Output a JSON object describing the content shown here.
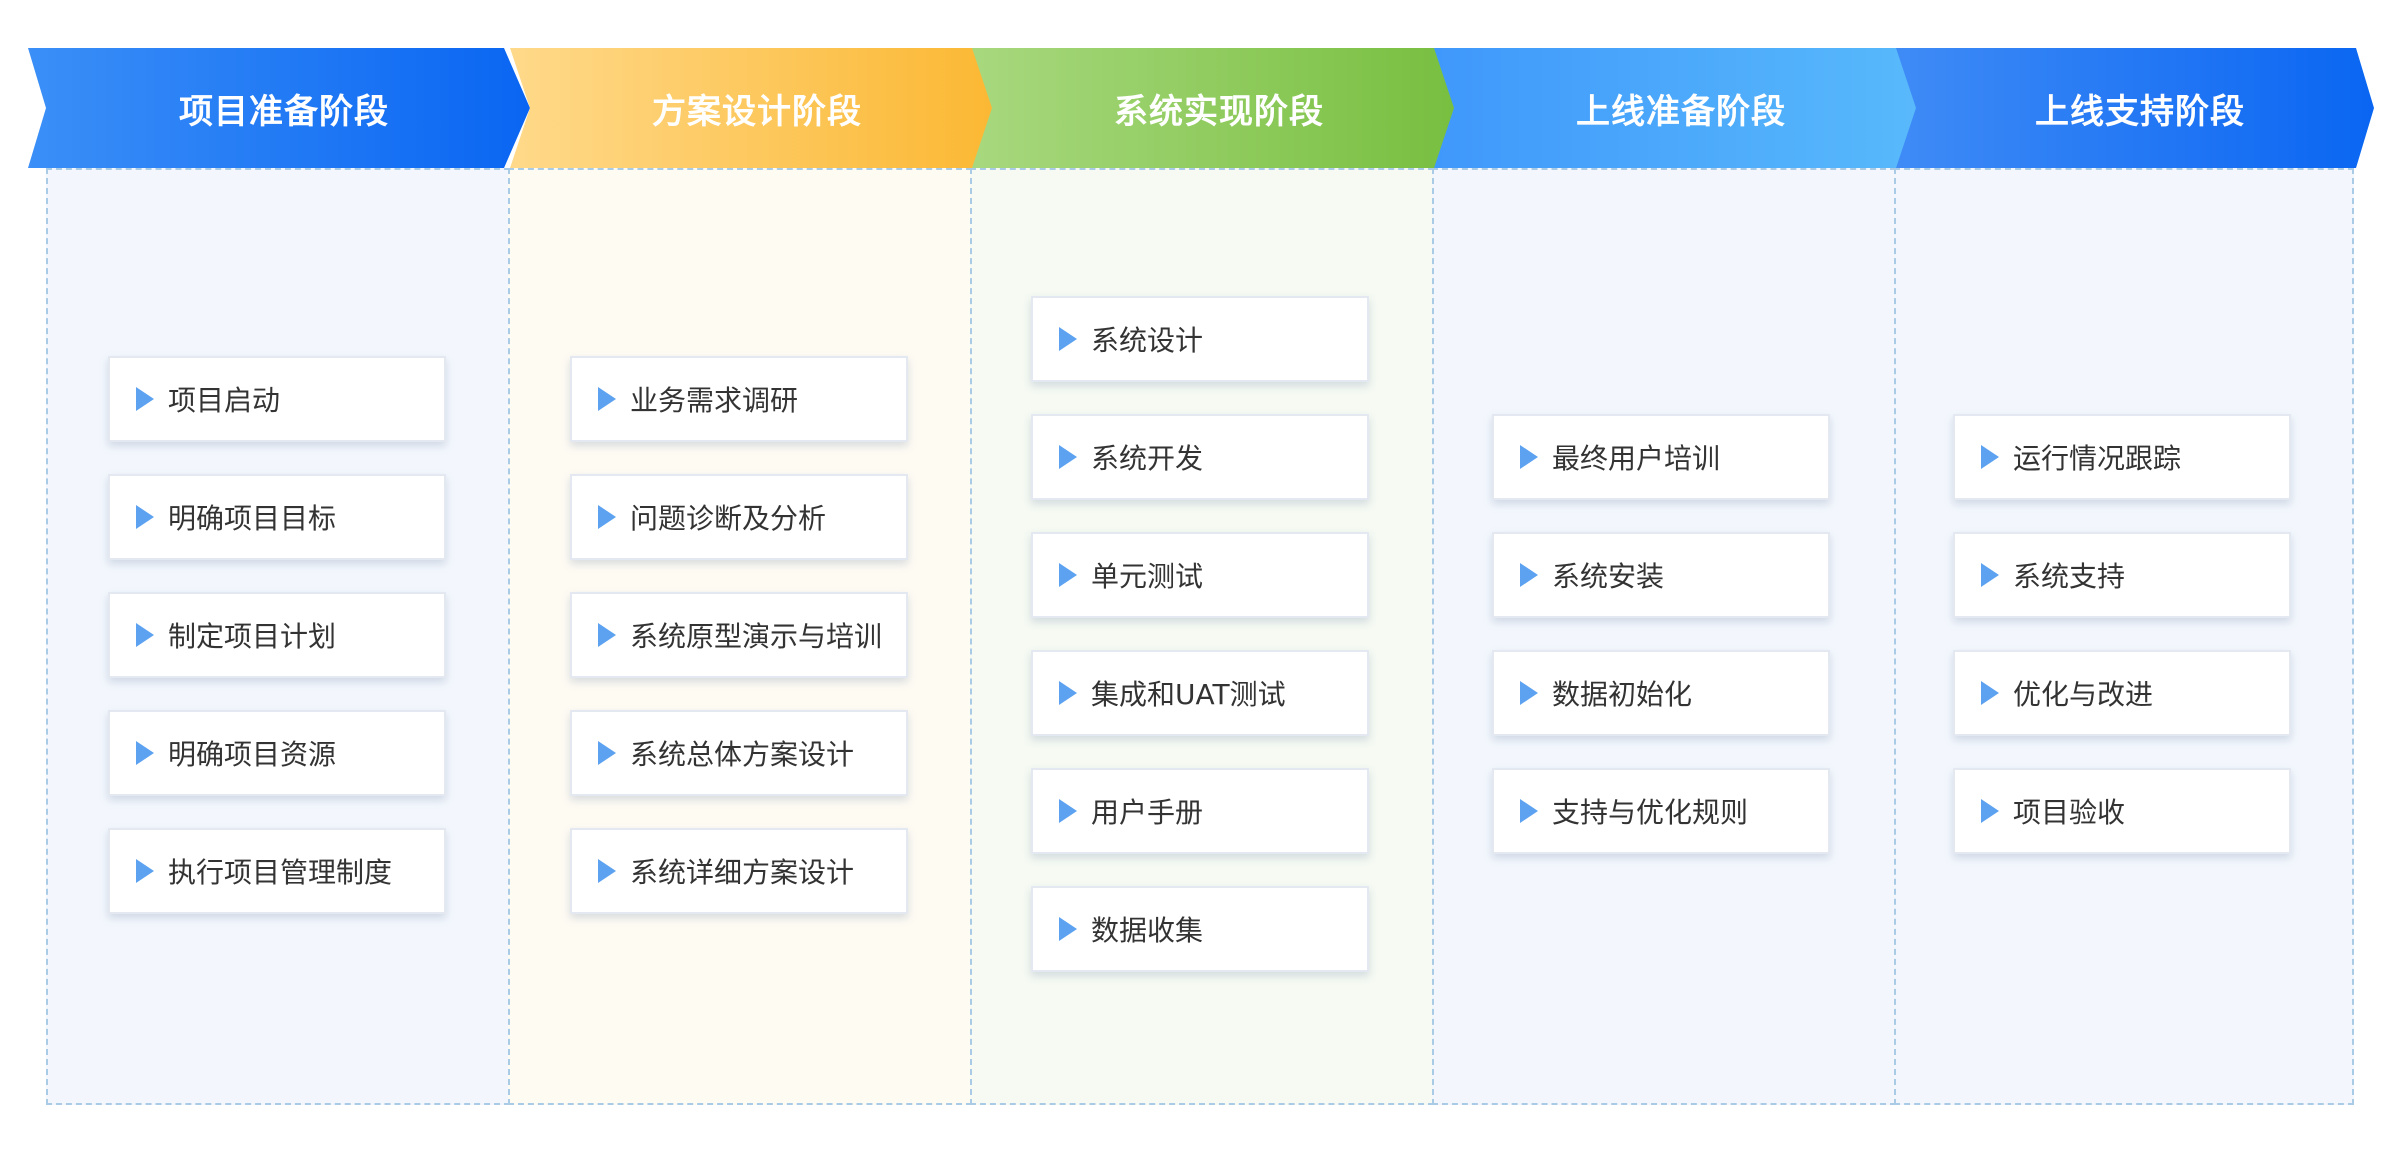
{
  "colors": {
    "stage_blue": [
      "#2f86f5",
      "#0a66f2"
    ],
    "stage_orange": [
      "#ffd98a",
      "#fbb833"
    ],
    "stage_green": [
      "#a6d77c",
      "#7bc144"
    ],
    "stage_light_blue": [
      "#4b9ffb",
      "#55b7fb"
    ],
    "bg_blue": "#f3f7fd",
    "bg_orange": "#fefbf3",
    "bg_green": "#f6faf3",
    "triangle": "#5da2f0"
  },
  "stages": [
    {
      "title": "项目准备阶段",
      "items": [
        "项目启动",
        "明确项目目标",
        "制定项目计划",
        "明确项目资源",
        "执行项目管理制度"
      ]
    },
    {
      "title": "方案设计阶段",
      "items": [
        "业务需求调研",
        "问题诊断及分析",
        "系统原型演示与培训",
        "系统总体方案设计",
        "系统详细方案设计"
      ]
    },
    {
      "title": "系统实现阶段",
      "items": [
        "系统设计",
        "系统开发",
        "单元测试",
        "集成和UAT测试",
        "用户手册",
        "数据收集"
      ]
    },
    {
      "title": "上线准备阶段",
      "items": [
        "最终用户培训",
        "系统安装",
        "数据初始化",
        "支持与优化规则"
      ]
    },
    {
      "title": "上线支持阶段",
      "items": [
        "运行情况跟踪",
        "系统支持",
        "优化与改进",
        "项目验收"
      ]
    }
  ]
}
